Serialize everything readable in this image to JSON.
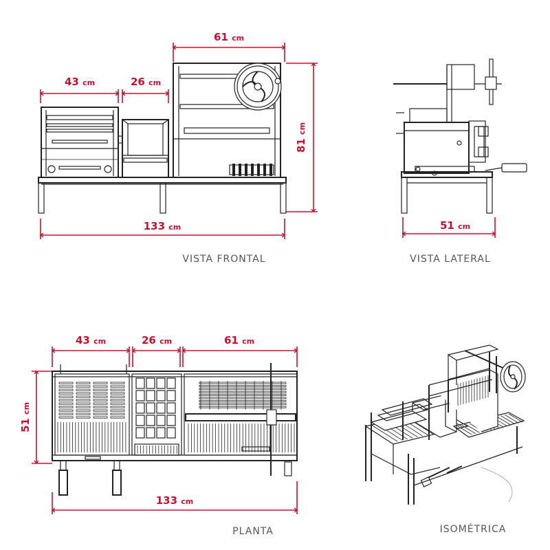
{
  "colors": {
    "dimension": "#c8102e",
    "caption": "#555555",
    "line": "#222222"
  },
  "front_view": {
    "caption": "VISTA FRONTAL",
    "dim_top": {
      "value": "61",
      "unit": "cm"
    },
    "dim_left": {
      "value": "43",
      "unit": "cm"
    },
    "dim_mid": {
      "value": "26",
      "unit": "cm"
    },
    "dim_height": {
      "value": "81",
      "unit": "cm"
    },
    "dim_total": {
      "value": "133",
      "unit": "cm"
    }
  },
  "side_view": {
    "caption": "VISTA LATERAL",
    "dim_width": {
      "value": "51",
      "unit": "cm"
    }
  },
  "plan_view": {
    "caption": "PLANTA",
    "dim_left": {
      "value": "43",
      "unit": "cm"
    },
    "dim_mid": {
      "value": "26",
      "unit": "cm"
    },
    "dim_right": {
      "value": "61",
      "unit": "cm"
    },
    "dim_depth": {
      "value": "51",
      "unit": "cm"
    },
    "dim_total": {
      "value": "133",
      "unit": "cm"
    }
  },
  "iso_view": {
    "caption": "ISOMÉTRICA"
  }
}
